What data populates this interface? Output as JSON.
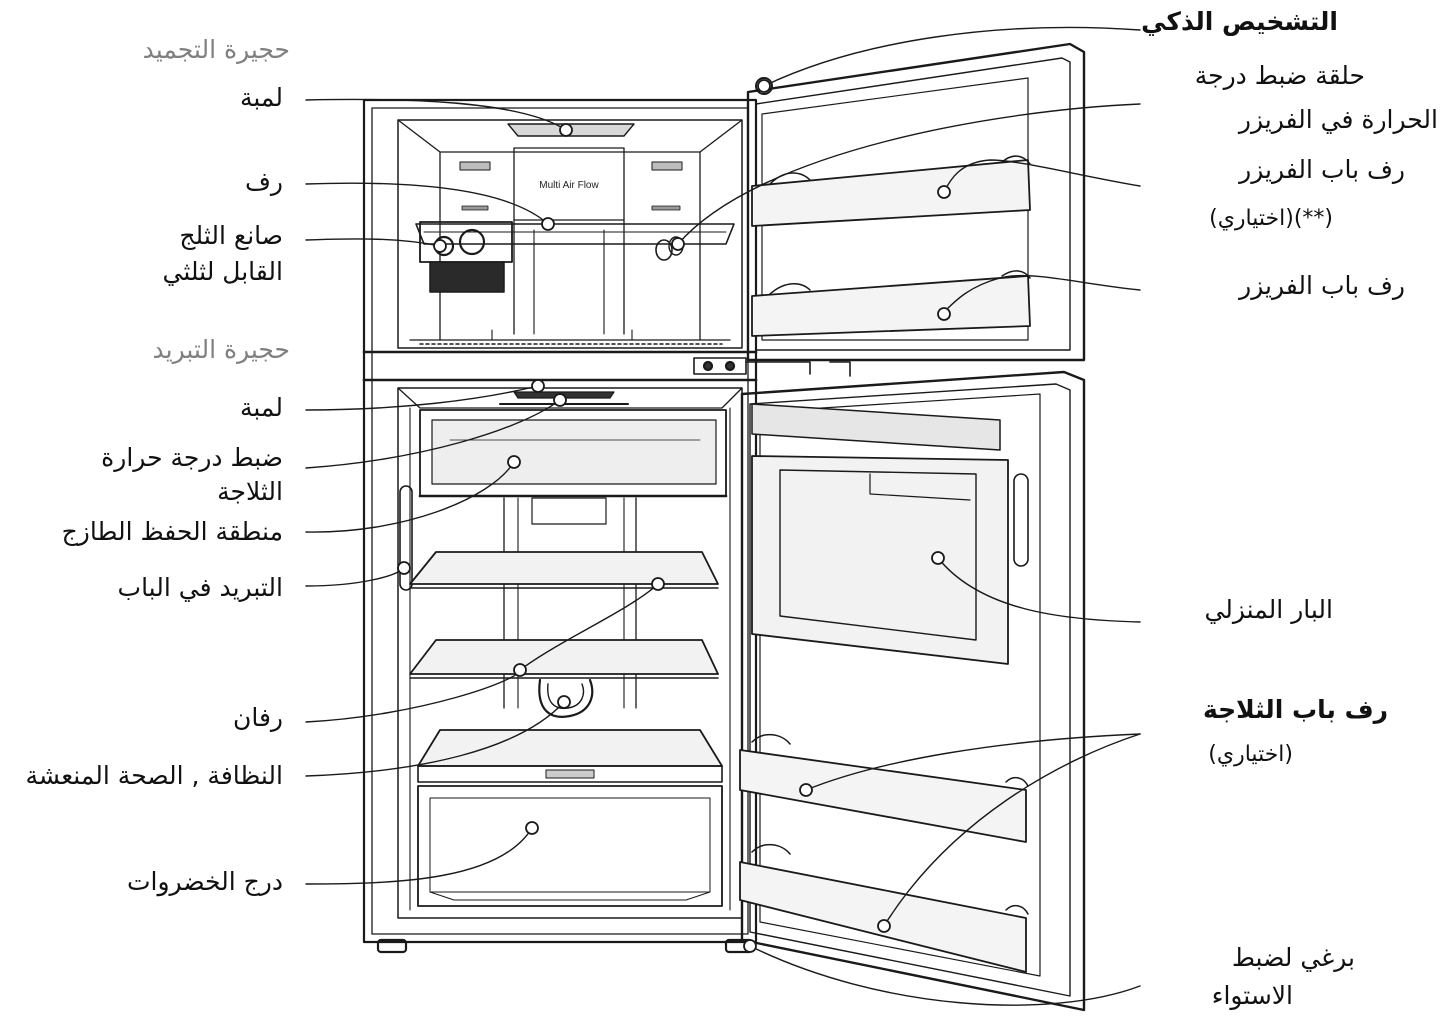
{
  "colors": {
    "line": "#1a1a1a",
    "section_heading": "#808080",
    "background": "#ffffff"
  },
  "inner_text": {
    "multi_air_flow": "Multi Air Flow"
  },
  "labels_left": {
    "freezer_section": "حجيرة التجميد",
    "freezer_lamp": "لمبة",
    "freezer_shelf": "رف",
    "ice_maker_1": "صانع الثلج",
    "ice_maker_2": "القابل لثلثي",
    "fridge_section": "حجيرة التبريد",
    "fridge_lamp": "لمبة",
    "fridge_temp_1": "ضبط درجة  حرارة",
    "fridge_temp_2": "الثلاجة",
    "fresh_zone": "منطقة الحفظ الطازج",
    "door_cooling": "التبريد في الباب",
    "shelves": "رفان",
    "hygiene": "النظافة , الصحة المنعشة",
    "vegetable_drawer": "درج الخضروات"
  },
  "labels_right": {
    "smart_diagnosis": "التشخيص الذكي",
    "freezer_temp_1": "حلقة ضبط درجة",
    "freezer_temp_2": "الحرارة في الفريزر",
    "freezer_door_shelf_opt": "رف باب الفريزر",
    "optional_stars": "(**)(اختياري)",
    "freezer_door_shelf": "رف باب الفريزر",
    "home_bar": "البار المنزلي",
    "fridge_door_shelf": "رف باب الثلاجة",
    "optional": "(اختياري)",
    "leveling_screw_1": "برغي لضبط",
    "leveling_screw_2": "الاستواء"
  }
}
